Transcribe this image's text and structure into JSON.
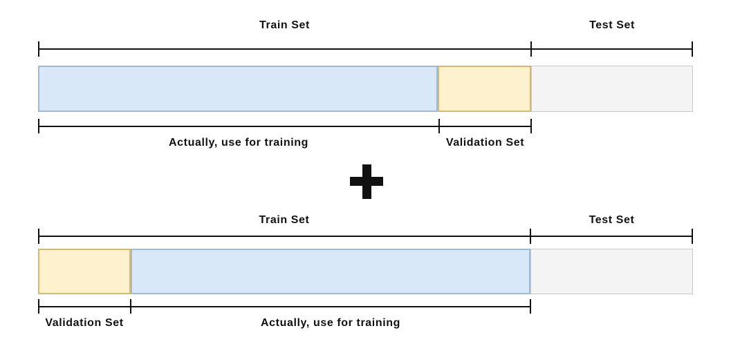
{
  "operator_symbol": "+",
  "colors": {
    "train_fill": "#d9e8f8",
    "train_border": "#9fb8d3",
    "validation_fill": "#fdf2cd",
    "validation_border": "#d4ba6a",
    "test_fill": "#f4f4f4",
    "test_border": "#c9c9c9",
    "line": "#111111"
  },
  "figures": [
    {
      "name": "split-with-validation-at-end",
      "top_brackets": [
        {
          "label": "Train Set"
        },
        {
          "label": "Test Set"
        }
      ],
      "segments": [
        {
          "name": "actual-training",
          "role": "train",
          "width_pct": 61.0
        },
        {
          "name": "validation",
          "role": "validation",
          "width_pct": 14.3
        },
        {
          "name": "test",
          "role": "test",
          "width_pct": 24.7
        }
      ],
      "bottom_brackets": [
        {
          "label": "Actually, use for training"
        },
        {
          "label": "Validation Set"
        }
      ]
    },
    {
      "name": "split-with-validation-at-start",
      "top_brackets": [
        {
          "label": "Train Set"
        },
        {
          "label": "Test Set"
        }
      ],
      "segments": [
        {
          "name": "validation",
          "role": "validation",
          "width_pct": 14.2
        },
        {
          "name": "actual-training",
          "role": "train",
          "width_pct": 61.0
        },
        {
          "name": "test",
          "role": "test",
          "width_pct": 24.8
        }
      ],
      "bottom_brackets": [
        {
          "label": "Validation Set"
        },
        {
          "label": "Actually, use for training"
        }
      ]
    }
  ]
}
